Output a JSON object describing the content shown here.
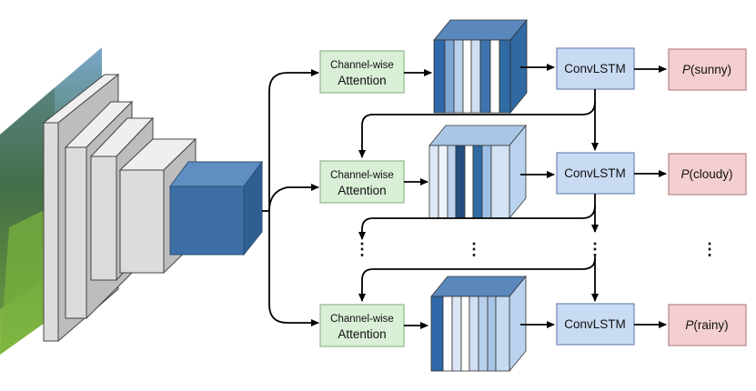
{
  "attention": {
    "line1": "Channel-wise",
    "line2": "Attention"
  },
  "convlstm_label": "ConvLSTM",
  "rows": [
    {
      "prob_var": "P",
      "prob_arg": "(sunny)"
    },
    {
      "prob_var": "P",
      "prob_arg": "(cloudy)"
    },
    {
      "prob_var": "P",
      "prob_arg": "(rainy)"
    }
  ],
  "ellipsis": "⋮",
  "colors": {
    "attention_fill": "#d9efd6",
    "attention_stroke": "#8fb98a",
    "convlstm_fill": "#c9daf3",
    "convlstm_stroke": "#6f87b3",
    "prob_fill": "#f3cfd1",
    "prob_stroke": "#b98486",
    "feature_block": "#3d6fa6",
    "cnn_layer": "#d6d6d6"
  }
}
